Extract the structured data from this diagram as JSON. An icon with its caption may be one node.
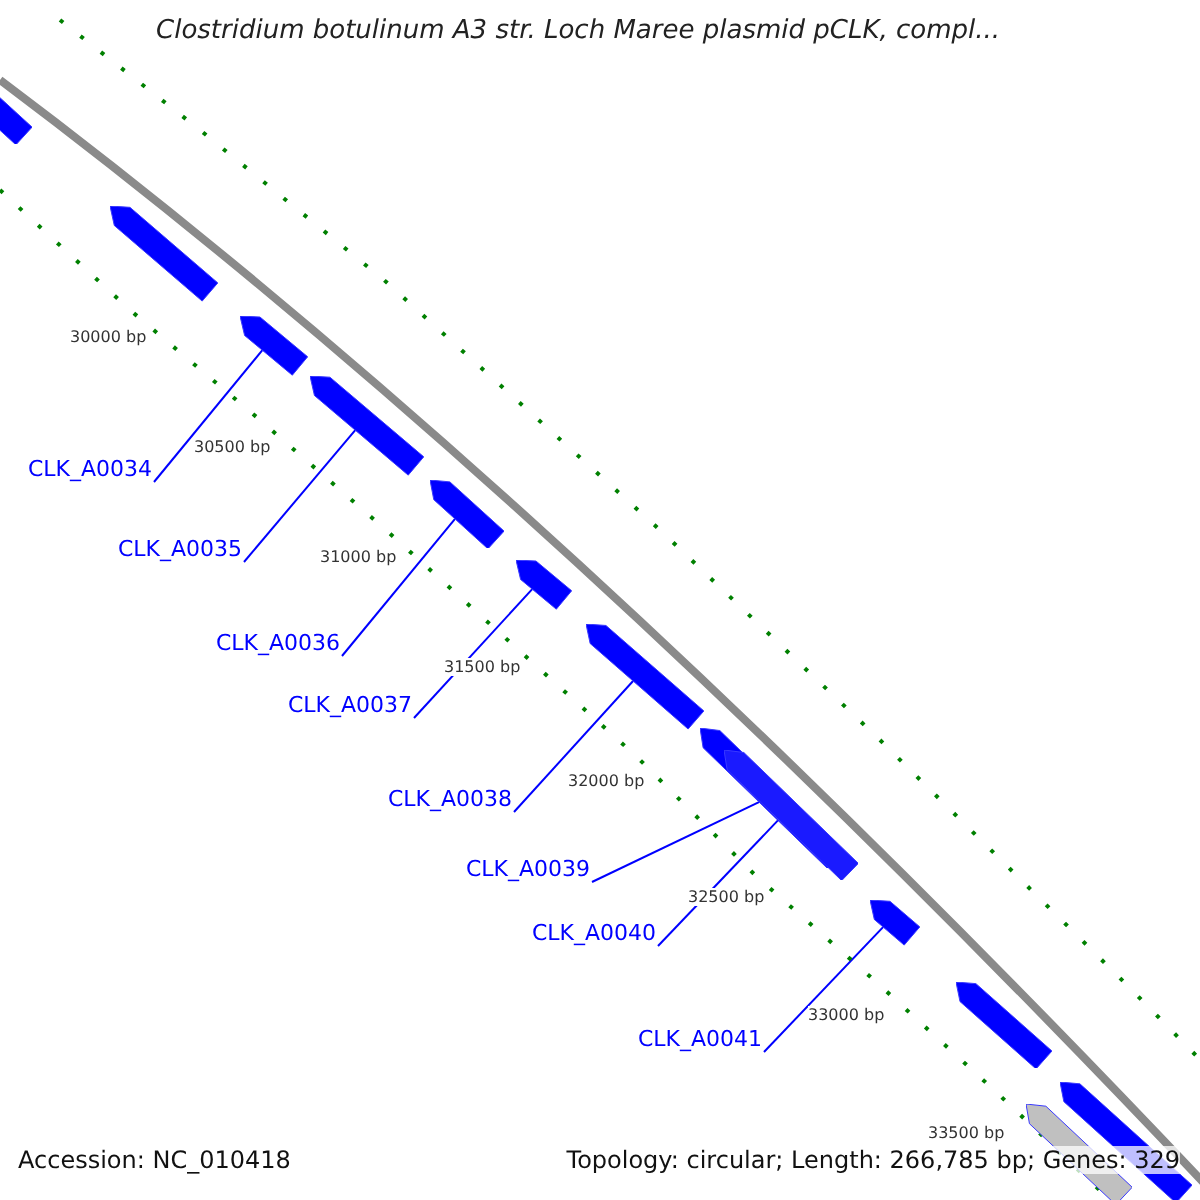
{
  "diagram": {
    "title": "Clostridium botulinum A3 str. Loch Maree plasmid pCLK, compl...",
    "nodes": [
      {
        "text": [],
        "shape": "arrow"
      },
      {
        "text": [],
        "shape": "arrow"
      },
      {
        "text": [],
        "shape": "arrow"
      },
      {
        "text": [],
        "shape": "arrow"
      },
      {
        "text": [],
        "shape": "arrow"
      },
      {
        "text": [],
        "shape": "arrow"
      },
      {
        "text": [],
        "shape": "arrow"
      },
      {
        "text": [],
        "shape": "arrow"
      },
      {
        "text": [],
        "shape": "arrow"
      },
      {
        "text": [],
        "shape": "arrow"
      },
      {
        "text": [],
        "shape": "arrow"
      },
      {
        "text": [],
        "shape": "arrow"
      },
      {
        "text": [],
        "shape": "arrow"
      },
      {
        "text": [
          "CLK_A0034"
        ]
      },
      {
        "text": [
          "CLK_A0035"
        ]
      },
      {
        "text": [
          "CLK_A0036"
        ]
      },
      {
        "text": [
          "CLK_A0037"
        ]
      },
      {
        "text": [
          "CLK_A0038"
        ]
      },
      {
        "text": [
          "CLK_A0039"
        ]
      },
      {
        "text": [
          "CLK_A0040"
        ]
      },
      {
        "text": [
          "CLK_A0041"
        ]
      }
    ],
    "edges": [
      {
        "from": 13,
        "to": 2,
        "arrow": "none"
      },
      {
        "from": 14,
        "to": 3,
        "arrow": "none"
      },
      {
        "from": 15,
        "to": 4,
        "arrow": "none"
      },
      {
        "from": 16,
        "to": 5,
        "arrow": "none"
      },
      {
        "from": 17,
        "to": 6,
        "arrow": "none"
      },
      {
        "from": 18,
        "to": 7,
        "arrow": "none"
      },
      {
        "from": 19,
        "to": 8,
        "arrow": "none"
      },
      {
        "from": 20,
        "to": 9,
        "arrow": "none"
      }
    ],
    "labels": [
      "30000 bp",
      "30500 bp",
      "31000 bp",
      "31500 bp",
      "32000 bp",
      "32500 bp",
      "33000 bp",
      "33500 bp",
      "Accession: NC_010418",
      "Topology: circular; Length: 266,785 bp; Genes: 329"
    ]
  }
}
